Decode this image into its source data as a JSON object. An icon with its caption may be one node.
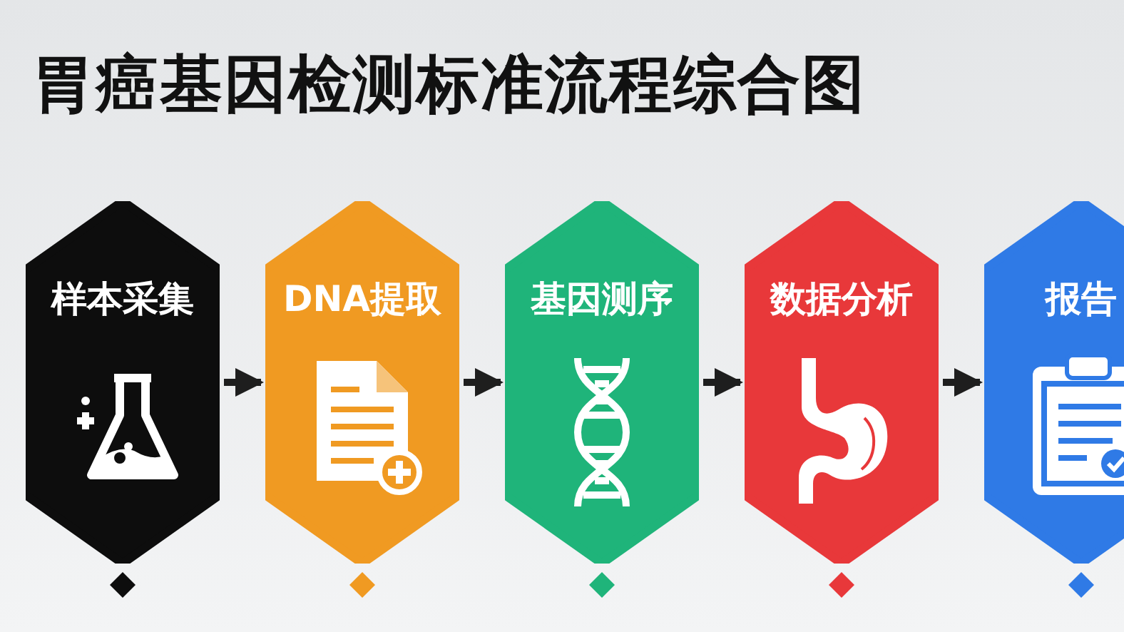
{
  "diagram": {
    "title": "胃癌基因检测标准流程综合图",
    "nodes": [
      {
        "text": [
          "样本采集"
        ]
      },
      {
        "text": [
          "DNA提取"
        ]
      },
      {
        "text": [
          "基因测序"
        ]
      },
      {
        "text": [
          "数据分析"
        ]
      },
      {
        "text": [
          "报告"
        ]
      }
    ],
    "edges": [
      {
        "from": 0,
        "to": 1,
        "arrow": "to"
      },
      {
        "from": 1,
        "to": 2,
        "arrow": "to"
      },
      {
        "from": 2,
        "to": 3,
        "arrow": "to"
      },
      {
        "from": 3,
        "to": 4,
        "arrow": "to"
      }
    ]
  }
}
